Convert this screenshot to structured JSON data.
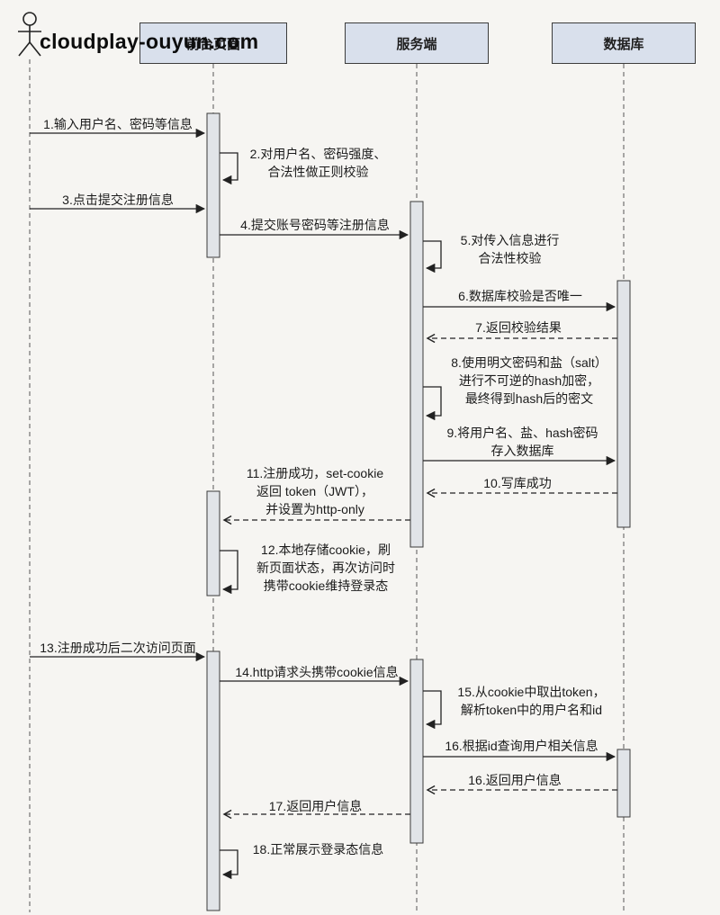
{
  "watermark": "cloudplay-ouyun.com",
  "lifelines": {
    "frontend": "前台页面",
    "server": "服务端",
    "database": "数据库"
  },
  "colors": {
    "background": "#f6f5f2",
    "header_fill": "#d9e0ec",
    "activation_fill": "#e1e4e8",
    "line": "#222222"
  },
  "messages": [
    {
      "num": "1",
      "from": "user",
      "to": "frontend",
      "kind": "sync",
      "text": "1.输入用户名、密码等信息"
    },
    {
      "num": "2",
      "from": "frontend",
      "to": "frontend",
      "kind": "self",
      "text": "2.对用户名、密码强度、\n合法性做正则校验"
    },
    {
      "num": "3",
      "from": "user",
      "to": "frontend",
      "kind": "sync",
      "text": "3.点击提交注册信息"
    },
    {
      "num": "4",
      "from": "frontend",
      "to": "server",
      "kind": "sync",
      "text": "4.提交账号密码等注册信息"
    },
    {
      "num": "5",
      "from": "server",
      "to": "server",
      "kind": "self",
      "text": "5.对传入信息进行\n合法性校验"
    },
    {
      "num": "6",
      "from": "server",
      "to": "database",
      "kind": "sync",
      "text": "6.数据库校验是否唯一"
    },
    {
      "num": "7",
      "from": "database",
      "to": "server",
      "kind": "return",
      "text": "7.返回校验结果"
    },
    {
      "num": "8",
      "from": "server",
      "to": "server",
      "kind": "self",
      "text": "8.使用明文密码和盐（salt）\n进行不可逆的hash加密，\n最终得到hash后的密文"
    },
    {
      "num": "9",
      "from": "server",
      "to": "database",
      "kind": "sync",
      "text": "9.将用户名、盐、hash密码\n存入数据库"
    },
    {
      "num": "10",
      "from": "database",
      "to": "server",
      "kind": "return",
      "text": "10.写库成功"
    },
    {
      "num": "11",
      "from": "server",
      "to": "frontend",
      "kind": "return",
      "text": "11.注册成功，set-cookie\n返回 token（JWT），\n并设置为http-only"
    },
    {
      "num": "12",
      "from": "frontend",
      "to": "frontend",
      "kind": "self",
      "text": "12.本地存储cookie，刷\n新页面状态，再次访问时\n携带cookie维持登录态"
    },
    {
      "num": "13",
      "from": "user",
      "to": "frontend",
      "kind": "sync",
      "text": "13.注册成功后二次访问页面"
    },
    {
      "num": "14",
      "from": "frontend",
      "to": "server",
      "kind": "sync",
      "text": "14.http请求头携带cookie信息"
    },
    {
      "num": "15",
      "from": "server",
      "to": "server",
      "kind": "self",
      "text": "15.从cookie中取出token，\n解析token中的用户名和id"
    },
    {
      "num": "16",
      "from": "server",
      "to": "database",
      "kind": "sync",
      "text": "16.根据id查询用户相关信息"
    },
    {
      "num": "16b",
      "from": "database",
      "to": "server",
      "kind": "return",
      "text": "16.返回用户信息"
    },
    {
      "num": "17",
      "from": "server",
      "to": "frontend",
      "kind": "return",
      "text": "17.返回用户信息"
    },
    {
      "num": "18",
      "from": "frontend",
      "to": "frontend",
      "kind": "self",
      "text": "18.正常展示登录态信息"
    }
  ]
}
